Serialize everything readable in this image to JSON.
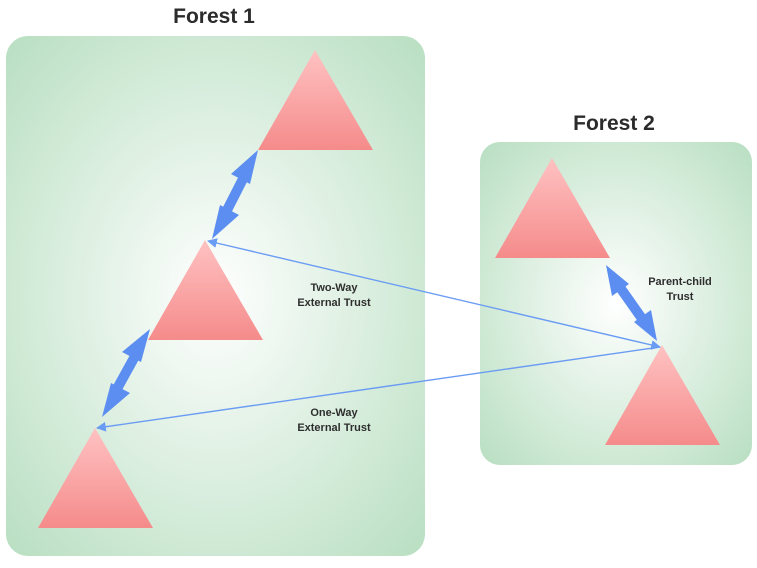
{
  "forests": [
    {
      "title": "Forest 1"
    },
    {
      "title": "Forest 2"
    }
  ],
  "trusts": {
    "two_way_external": {
      "line1": "Two-Way",
      "line2": "External Trust"
    },
    "one_way_external": {
      "line1": "One-Way",
      "line2": "External Trust"
    },
    "parent_child": {
      "line1": "Parent-child",
      "line2": "Trust"
    }
  },
  "colors": {
    "forest_fill_center": "#ffffff",
    "forest_fill_edge": "#b9dfc2",
    "domain_triangle_top": "#ffbcbc",
    "domain_triangle_bottom": "#f58b8b",
    "thick_trust_arrow": "#5b8ef0",
    "thin_trust_line": "#6b9cf3"
  }
}
